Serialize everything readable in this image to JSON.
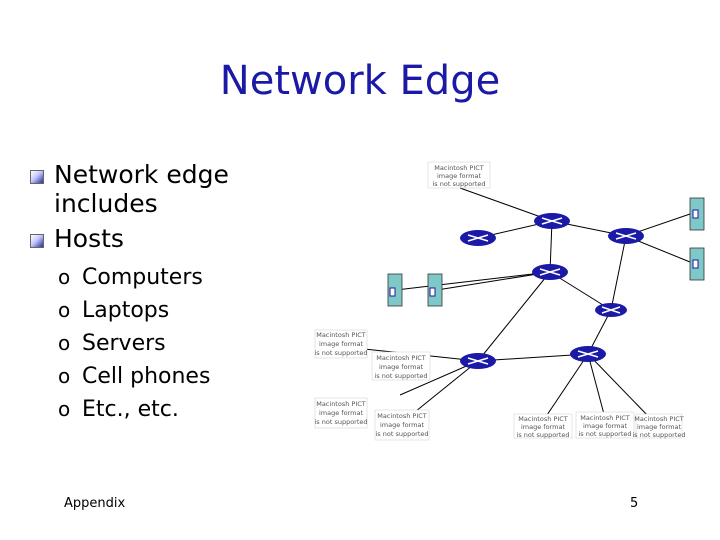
{
  "slide": {
    "title": "Network Edge",
    "bullets": [
      {
        "text": "Network edge includes",
        "text_lines": [
          "Network edge",
          "includes"
        ]
      },
      {
        "text": "Hosts",
        "subitems": [
          "Computers",
          "Laptops",
          "Servers",
          "Cell phones",
          "Etc., etc."
        ],
        "sub_marker": "o"
      }
    ],
    "footer_left": "Appendix",
    "page_number": "5"
  },
  "diagram": {
    "placeholder_lines": [
      "Macintosh PICT",
      "image format",
      "is not supported"
    ]
  },
  "colors": {
    "title": "#1a1aa6",
    "router_fill": "#1a1aa6",
    "host_fill": "#7ec8c8",
    "link": "#000000"
  }
}
